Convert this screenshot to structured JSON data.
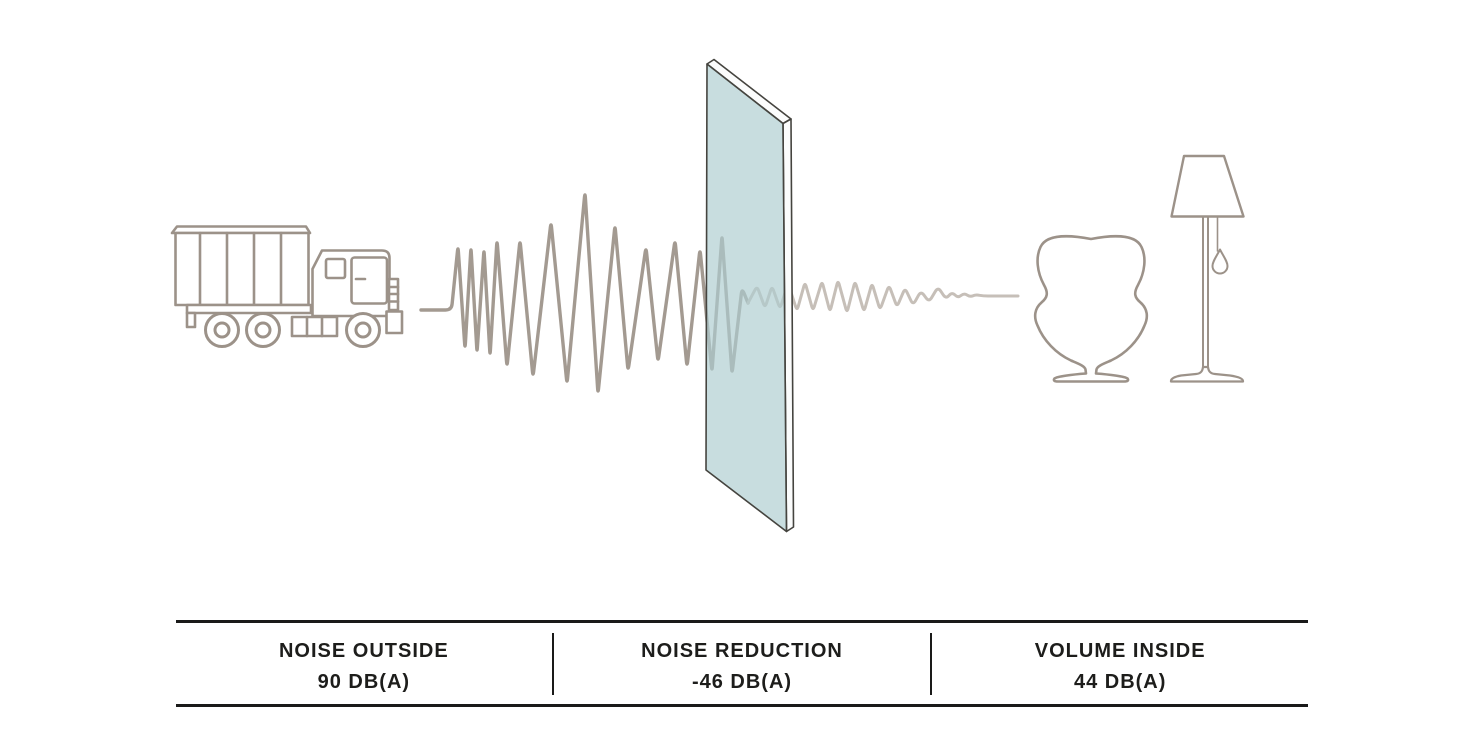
{
  "diagram": {
    "type": "noise-insulation-infographic",
    "scene": "truck emitting loud sound wave, glass pane damping it, quiet wave reaching armchair and floor lamp"
  },
  "icons": {
    "truck": "truck-icon",
    "loud_wave": "loud-sound-wave-icon",
    "glass": "glass-pane-icon",
    "quiet_wave": "quiet-sound-wave-icon",
    "chair": "egg-chair-icon",
    "lamp": "floor-lamp-icon"
  },
  "colors": {
    "background": "#ffffff",
    "line_art": "#9c9289",
    "wave_loud": "#a39a91",
    "wave_quiet": "#c6bfb8",
    "glass_fill": "#c8dddf",
    "glass_stroke": "#45443f",
    "table_rule": "#1a1a19",
    "text": "#1d1d1b"
  },
  "table": {
    "columns": [
      {
        "label": "NOISE OUTSIDE",
        "value": "90 DB(A)"
      },
      {
        "label": "NOISE REDUCTION",
        "value": "-46 DB(A)"
      },
      {
        "label": "VOLUME INSIDE",
        "value": "44 DB(A)"
      }
    ]
  }
}
